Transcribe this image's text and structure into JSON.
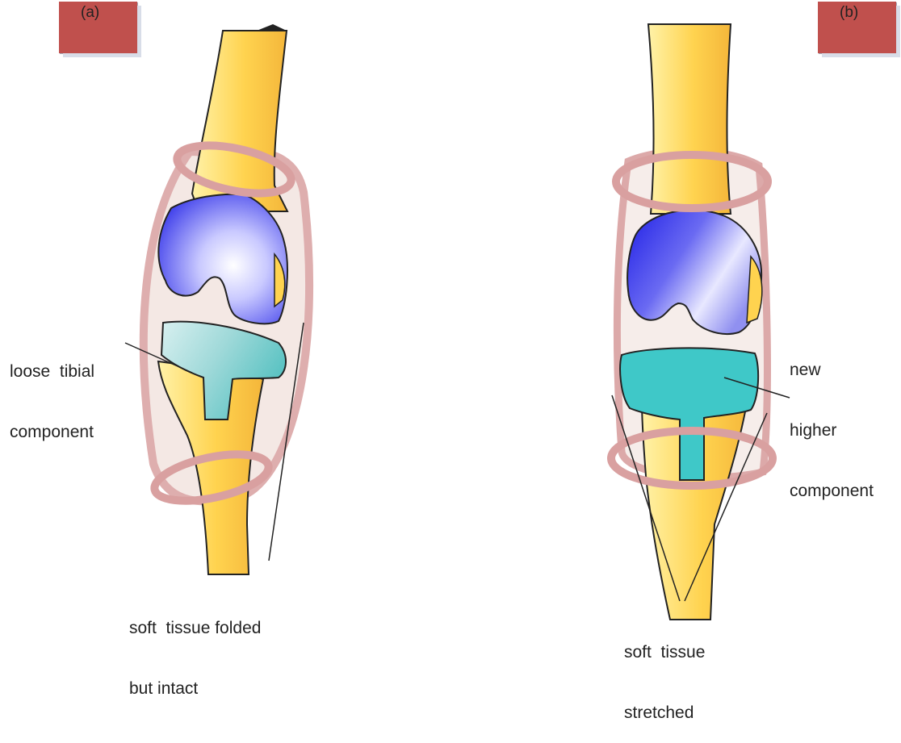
{
  "panels": [
    {
      "label": "(a)",
      "annotations": {
        "tibial": [
          "loose  tibial",
          "component"
        ],
        "soft_tissue": [
          "soft  tissue folded",
          "but intact"
        ]
      }
    },
    {
      "label": "(b)",
      "annotations": {
        "component": [
          "new",
          "higher",
          "component"
        ],
        "soft_tissue": [
          "soft  tissue",
          "stretched"
        ]
      }
    }
  ],
  "colors": {
    "label_box": "#c0504d",
    "bone": "#ffd34f",
    "femoral_component": "#2a2ae6",
    "tibial_component_a": "#9fd9d9",
    "tibial_component_b": "#3fc8c8",
    "soft_tissue": "#d9a0a0"
  }
}
